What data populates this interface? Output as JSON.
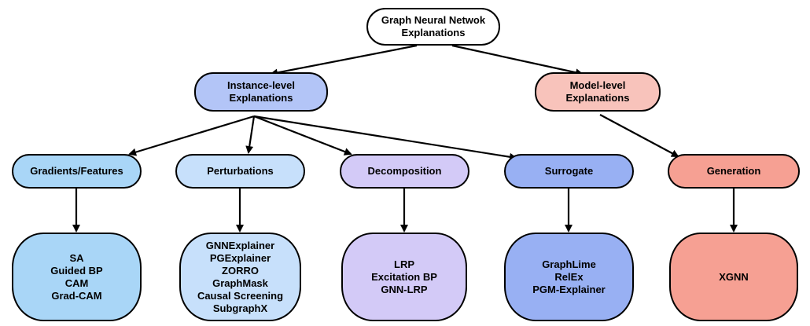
{
  "root": {
    "line1": "Graph Neural Netwok",
    "line2": "Explanations"
  },
  "instance": {
    "line1": "Instance-level",
    "line2": "Explanations",
    "color": "#b3c5f7"
  },
  "model": {
    "line1": "Model-level",
    "line2": "Explanations",
    "color": "#f8c3bb"
  },
  "categories": [
    {
      "label": "Gradients/Features",
      "color": "#a9d6f7",
      "methods": [
        "SA",
        "Guided BP",
        "CAM",
        "Grad-CAM"
      ]
    },
    {
      "label": "Perturbations",
      "color": "#c7e0fb",
      "methods": [
        "GNNExplainer",
        "PGExplainer",
        "ZORRO",
        "GraphMask",
        "Causal Screening",
        "SubgraphX"
      ]
    },
    {
      "label": "Decomposition",
      "color": "#d3caf7",
      "methods": [
        "LRP",
        "Excitation BP",
        "GNN-LRP"
      ]
    },
    {
      "label": "Surrogate",
      "color": "#98b0f3",
      "methods": [
        "GraphLime",
        "RelEx",
        "PGM-Explainer"
      ]
    },
    {
      "label": "Generation",
      "color": "#f6a093",
      "methods": [
        "XGNN"
      ]
    }
  ]
}
